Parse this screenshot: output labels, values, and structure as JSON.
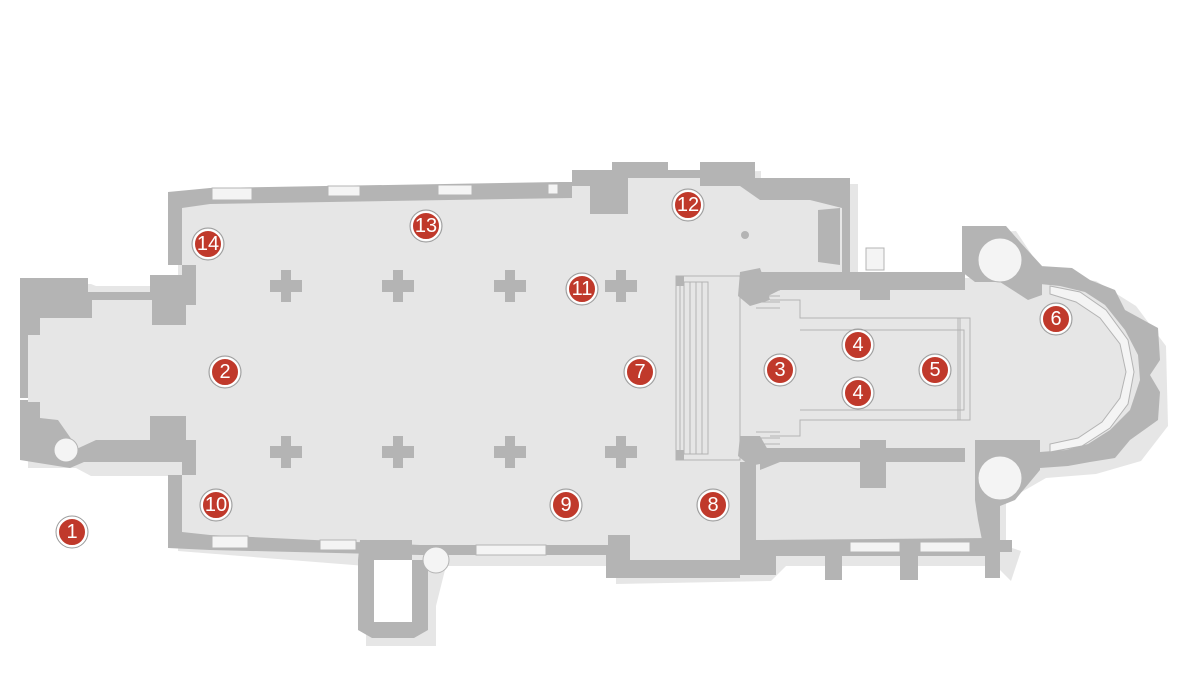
{
  "colors": {
    "marker": "#c0392b",
    "wall": "#b4b4b4",
    "background": "#ffffff"
  },
  "markers": [
    {
      "id": "1",
      "label": "1"
    },
    {
      "id": "2",
      "label": "2"
    },
    {
      "id": "3",
      "label": "3"
    },
    {
      "id": "4a",
      "label": "4"
    },
    {
      "id": "4b",
      "label": "4"
    },
    {
      "id": "5",
      "label": "5"
    },
    {
      "id": "6",
      "label": "6"
    },
    {
      "id": "7",
      "label": "7"
    },
    {
      "id": "8",
      "label": "8"
    },
    {
      "id": "9",
      "label": "9"
    },
    {
      "id": "10",
      "label": "10"
    },
    {
      "id": "11",
      "label": "11"
    },
    {
      "id": "12",
      "label": "12"
    },
    {
      "id": "13",
      "label": "13"
    },
    {
      "id": "14",
      "label": "14"
    }
  ]
}
